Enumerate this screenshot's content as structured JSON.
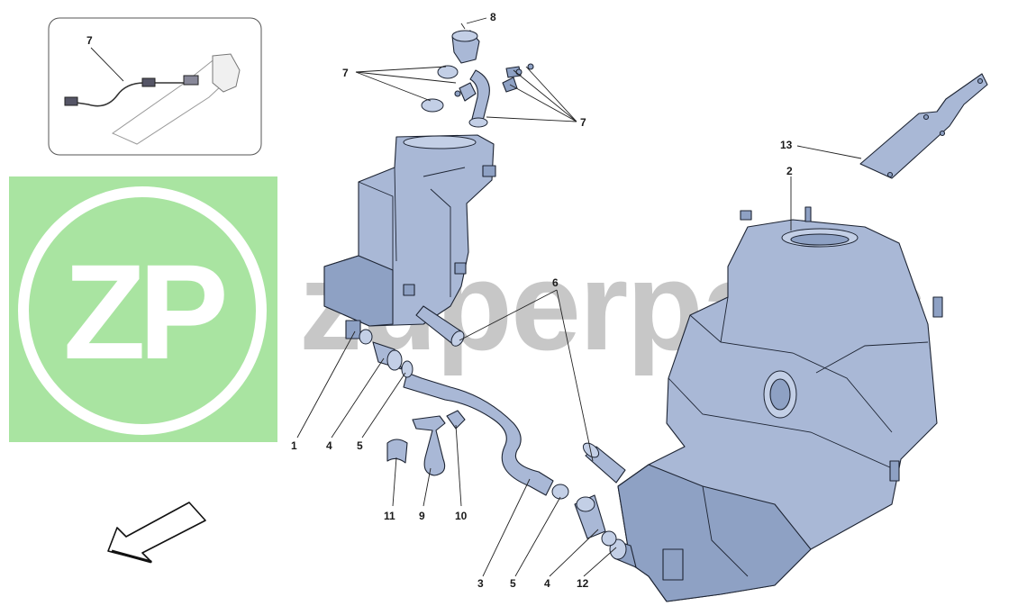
{
  "watermark": {
    "logo_text": "ZP",
    "brand_text": "zuperparts",
    "logo_color": "#7bd66f"
  },
  "colors": {
    "part_fill": "#a9b8d6",
    "outline": "#1d2433",
    "callout_text": "#1a1a1a"
  },
  "callouts": {
    "c1": "1",
    "c2": "2",
    "c3": "3",
    "c4a": "4",
    "c4b": "4",
    "c5a": "5",
    "c5b": "5",
    "c6": "6",
    "c7_inset": "7",
    "c7_left": "7",
    "c7_right": "7",
    "c8": "8",
    "c9": "9",
    "c10": "10",
    "c11": "11",
    "c12": "12",
    "c13": "13"
  },
  "icons": {
    "direction_arrow": "arrow-front-left-icon"
  }
}
